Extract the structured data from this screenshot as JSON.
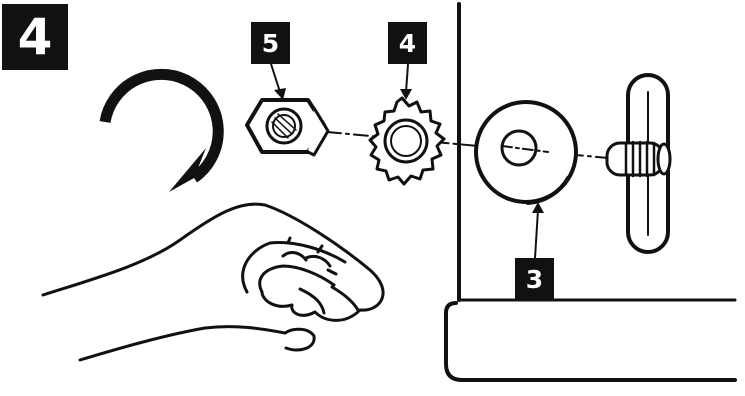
{
  "step_number": "4",
  "callouts": {
    "nut": "5",
    "washer": "4",
    "flat_washer": "3"
  },
  "colors": {
    "ink": "#111111",
    "paper": "#ffffff"
  },
  "icons": [
    "clockwise-arrow-icon",
    "hex-nut-icon",
    "star-lock-washer-icon",
    "flat-washer-icon",
    "threaded-stud-icon",
    "hand-icon"
  ]
}
